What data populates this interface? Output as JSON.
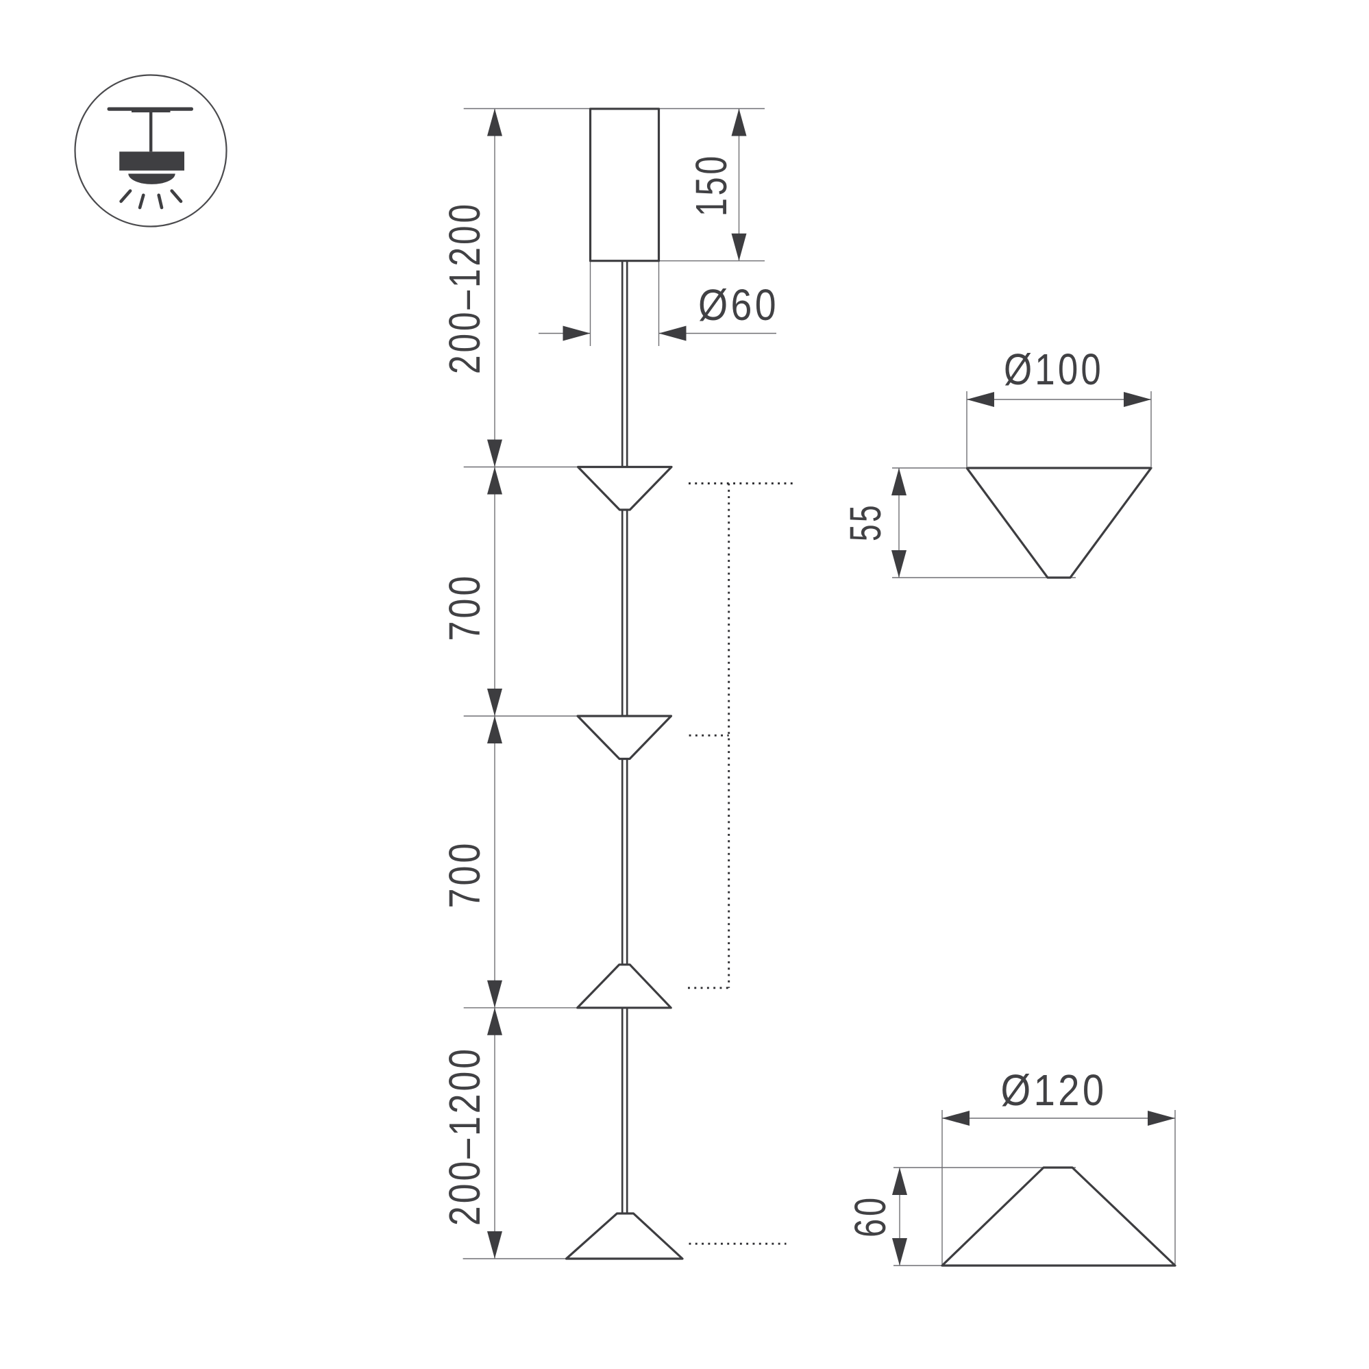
{
  "colors": {
    "ink": "#3d3d40",
    "thin": "#6f6f73",
    "text": "#414144",
    "dot": "#2f2f32",
    "bg": "#ffffff"
  },
  "badge": {
    "icon": "pendant-ceiling-light-icon"
  },
  "front_view": {
    "name": "pendant luminaire front view",
    "dimensions": {
      "hanger_top": "200–1200",
      "module_1": "700",
      "module_2": "700",
      "hanger_bottom": "200–1200",
      "canopy_height": "150",
      "canopy_diameter": "Ø60"
    }
  },
  "detail_cone_down": {
    "name": "down-facing diffuser cone detail",
    "dimensions": {
      "diameter": "Ø100",
      "height": "55"
    }
  },
  "detail_cone_up": {
    "name": "up-facing diffuser cone detail",
    "dimensions": {
      "diameter": "Ø120",
      "height": "60"
    }
  }
}
